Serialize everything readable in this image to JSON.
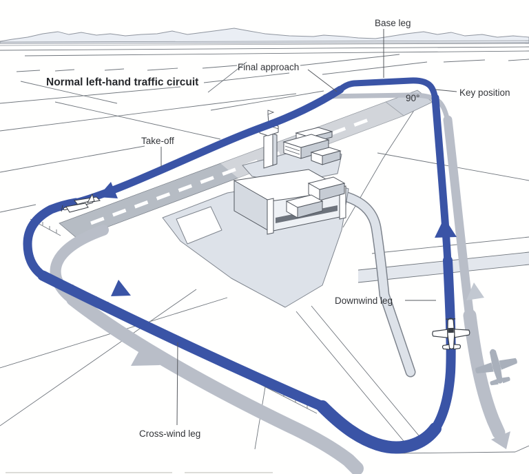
{
  "figure": {
    "title": "Normal left-hand traffic circuit",
    "labels": {
      "base_leg": "Base leg",
      "final_approach": "Final approach",
      "key_position": "Key position",
      "angle": "90°",
      "take_off": "Take-off",
      "downwind_leg": "Downwind leg",
      "cross_wind_leg": "Cross-wind leg"
    },
    "colors": {
      "circuit_blue": "#3a54a6",
      "shadow_gray": "#b9bec8",
      "shadow_arrow_gray": "#c2c8d1",
      "runway_gray": "#b6bcc4",
      "runway_threshold_gray": "#ced3db",
      "apron_gray": "#dde2e9",
      "field_line_gray": "#6e747b",
      "mountain_fill": "#eaeef4",
      "text_dark": "#323438"
    },
    "icons": {
      "downwind_aircraft": "airplane-top-view-icon",
      "takeoff_aircraft": "airplane-climbing-icon",
      "shadow_aircraft": "airplane-shadow-icon",
      "direction_arrows": "flight-direction-arrow-icon"
    }
  }
}
